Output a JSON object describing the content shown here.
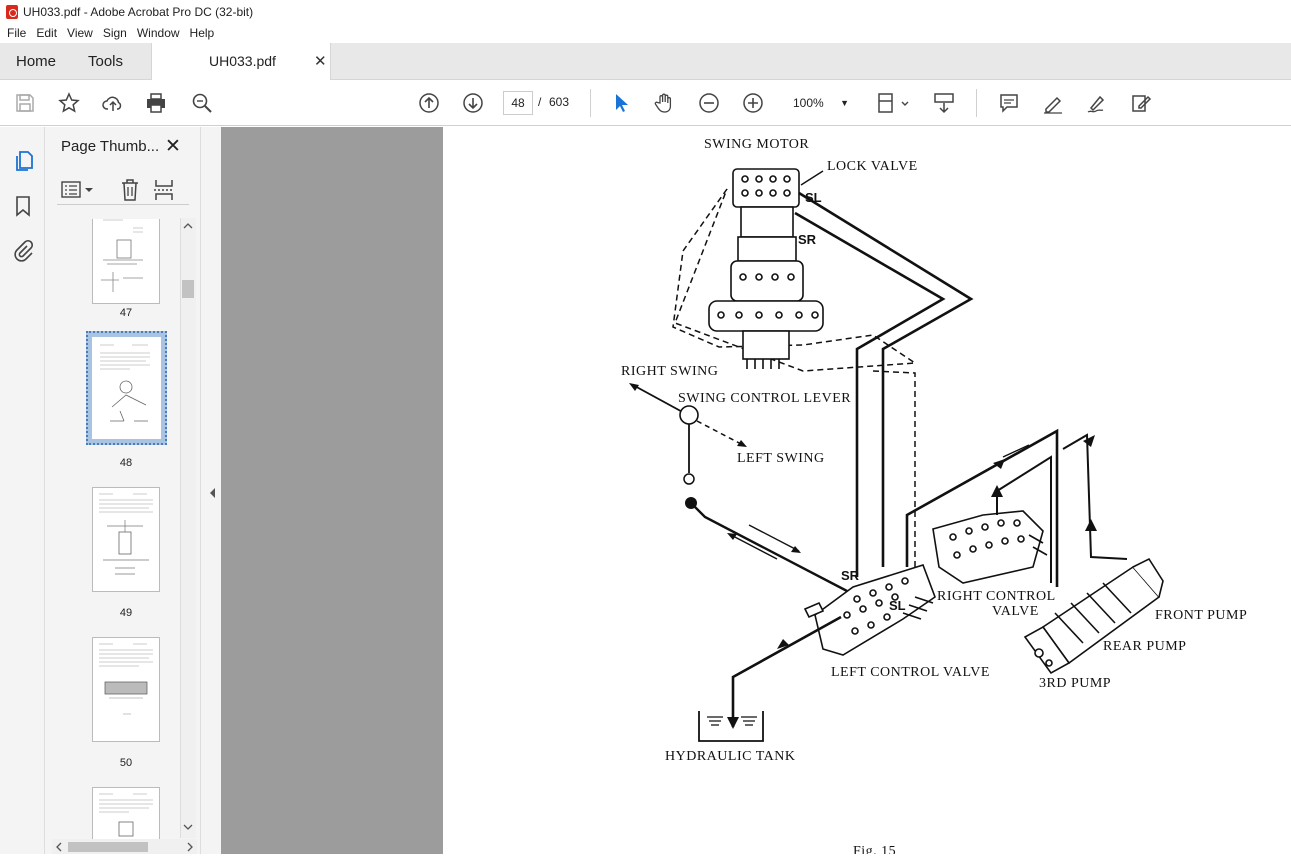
{
  "window": {
    "title": "UH033.pdf - Adobe Acrobat Pro DC (32-bit)"
  },
  "menu": [
    "File",
    "Edit",
    "View",
    "Sign",
    "Window",
    "Help"
  ],
  "tabs": {
    "home": "Home",
    "tools": "Tools",
    "document": "UH033.pdf"
  },
  "toolbar": {
    "page_current": "48",
    "page_separator": "/",
    "page_total": "603",
    "zoom": "100%"
  },
  "sidebar": {
    "title": "Page Thumb...",
    "thumbnails": [
      {
        "label": "47"
      },
      {
        "label": "48",
        "selected": true
      },
      {
        "label": "49"
      },
      {
        "label": "50"
      }
    ]
  },
  "diagram": {
    "swing_motor": "SWING MOTOR",
    "lock_valve": "LOCK VALVE",
    "sl_top": "SL",
    "sr_top": "SR",
    "right_swing": "RIGHT SWING",
    "swing_control_lever": "SWING CONTROL LEVER",
    "left_swing": "LEFT SWING",
    "sr_bottom": "SR",
    "sl_bottom": "SL",
    "right_control_valve_1": "RIGHT CONTROL",
    "right_control_valve_2": "VALVE",
    "front_pump": "FRONT PUMP",
    "rear_pump": "REAR PUMP",
    "third_pump": "3RD PUMP",
    "left_control_valve": "LEFT CONTROL VALVE",
    "hydraulic_tank": "HYDRAULIC TANK",
    "figure_caption": "Fig. 15"
  }
}
